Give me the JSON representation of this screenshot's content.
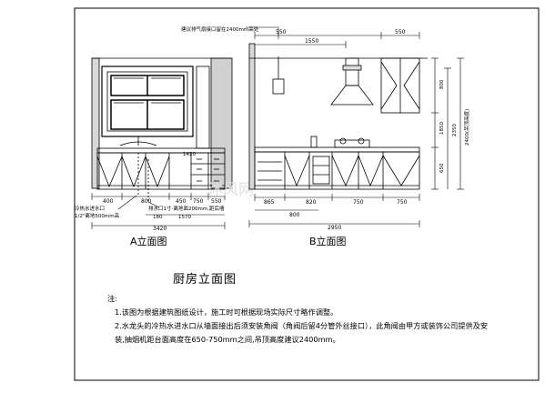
{
  "elevation_a": {
    "title": "A立面图",
    "dims_bottom": [
      "400",
      "800",
      "450",
      "750",
      "550"
    ],
    "dim_1420": "1420",
    "dim_180": "180",
    "dim_1570": "1570",
    "dim_3420": "3420",
    "note_cold_inlet": "冷热水进水口",
    "note_cold_inlet_spec": "1/2\"离地500mm高",
    "note_drain": "排水口1寸-离地面200mm,距后墙",
    "watermark": "沐风网"
  },
  "elevation_b": {
    "title": "B立面图",
    "top_note": "建议排气扇接口留在2400mm高处",
    "dims_top": [
      "550",
      "1550",
      "550"
    ],
    "dims_bottom": [
      "865",
      "820",
      "750",
      "750"
    ],
    "dim_800": "800",
    "dim_2950": "2950",
    "dims_right": [
      "800",
      "1850",
      "650",
      "2350"
    ],
    "dim_right_total": "2400(吊顶高度)"
  },
  "main_title": "厨房立面图",
  "notes": {
    "heading": "注:",
    "lines": [
      "1.该图为根据建筑图纸设计，施工时可根据现场实际尺寸略作调整。",
      "2.水龙头的冷热水进水口从墙面接出后须安装角阀（角阀后留4分管外丝接口），此角阀由甲方或装饰公司提供及安",
      "装,抽烟机距台面高度在650-750mm之间,吊顶高度建议2400mm。"
    ]
  }
}
